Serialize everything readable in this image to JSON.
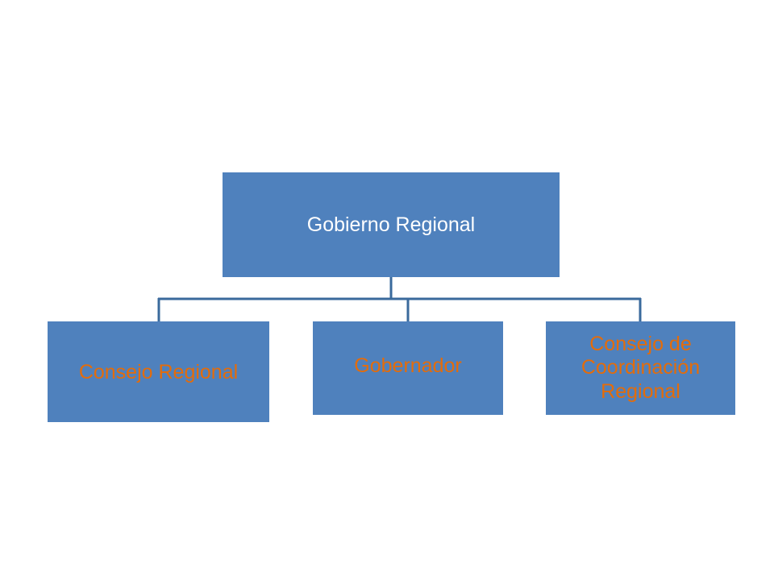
{
  "org_chart": {
    "root": {
      "label": "Gobierno Regional"
    },
    "children": [
      {
        "label": "Consejo Regional"
      },
      {
        "label": "Gobernador"
      },
      {
        "label": "Consejo de Coordinación Regional"
      }
    ]
  },
  "colors": {
    "box_fill": "#4f81bd",
    "root_text": "#ffffff",
    "child_text": "#e46c0a",
    "connector": "#3a6a9c",
    "background": "#ffffff"
  }
}
